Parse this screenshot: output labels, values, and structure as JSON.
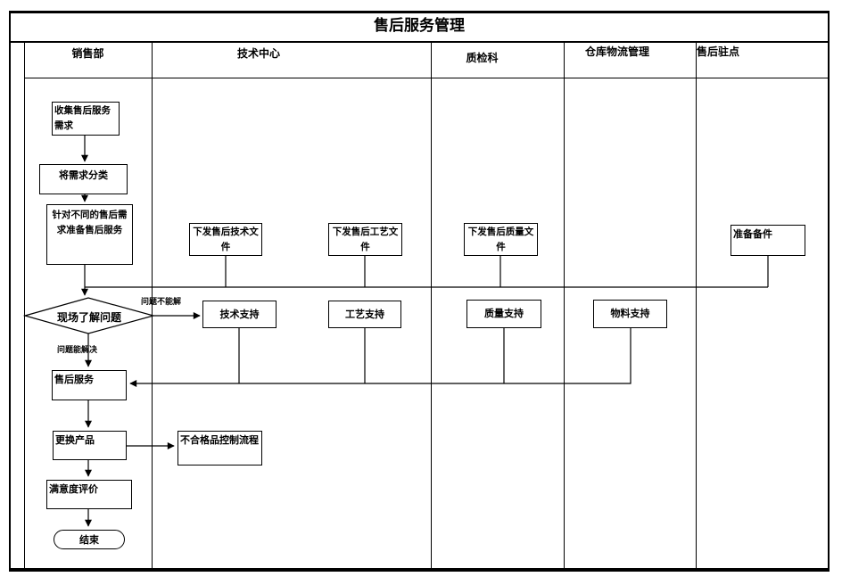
{
  "title": "售后服务管理",
  "lanes": [
    {
      "id": "sales",
      "label": "销售部"
    },
    {
      "id": "tech-center",
      "label": "技术中心"
    },
    {
      "id": "quality-inspection",
      "label": "质检科"
    },
    {
      "id": "warehouse-logistics",
      "label": "仓库物流管理"
    },
    {
      "id": "after-sales-station",
      "label": "售后驻点"
    }
  ],
  "nodes": {
    "collect": {
      "label": "收集售后服务需求"
    },
    "classify": {
      "label": "将需求分类"
    },
    "prepare": {
      "label": "针对不同的售后需求准备售后服务"
    },
    "decision": {
      "label": "现场了解问题"
    },
    "tech_doc": {
      "label": "下发售后技术文件"
    },
    "craft_doc": {
      "label": "下发售后工艺文件"
    },
    "quality_doc": {
      "label": "下发售后质量文件"
    },
    "spare_parts": {
      "label": "准备备件"
    },
    "tech_support": {
      "label": "技术支持"
    },
    "craft_support": {
      "label": "工艺支持"
    },
    "quality_support": {
      "label": "质量支持"
    },
    "material_support": {
      "label": "物料支持"
    },
    "service": {
      "label": "售后服务"
    },
    "replace": {
      "label": "更换产品"
    },
    "nonconforming": {
      "label": "不合格品控制流程"
    },
    "evaluate": {
      "label": "满意度评价"
    },
    "end": {
      "label": "结束"
    }
  },
  "edge_labels": {
    "cannot_solve": "问题不能解",
    "can_solve": "问题能解决"
  },
  "colors": {
    "line": "#000000",
    "background": "#ffffff"
  }
}
